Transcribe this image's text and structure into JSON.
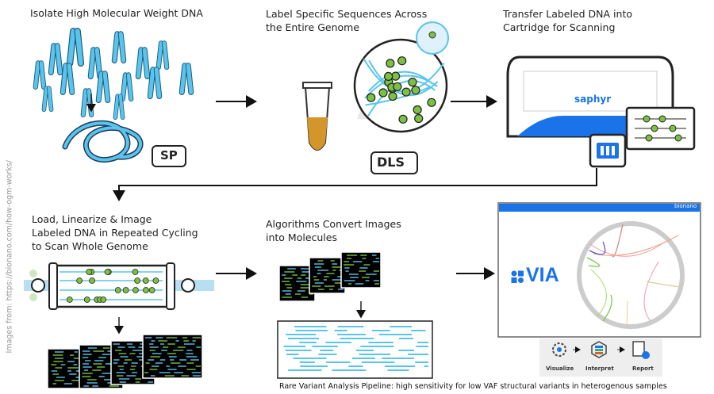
{
  "steps": [
    {
      "title_lines": [
        "Isolate High Molecular Weight DNA"
      ],
      "badge": "SP"
    },
    {
      "title_lines": [
        "Label Specific Sequences Across",
        "the Entire Genome"
      ],
      "badge": "DLS"
    },
    {
      "title_lines": [
        "Transfer Labeled DNA into",
        "Cartridge for Scanning"
      ],
      "device_label": "saphyr"
    },
    {
      "title_lines": [
        "Load, Linearize & Image",
        "Labeled DNA in Repeated Cycling",
        "to Scan Whole Genome"
      ]
    },
    {
      "title_lines": [
        "Algorithms Convert Images",
        "into Molecules"
      ]
    },
    {
      "logo": "VIA",
      "brand": "bionano",
      "workflow": [
        "Visualize",
        "Interpret",
        "Report"
      ]
    }
  ],
  "side_note": "Images from: https://bionano.com/how-ogm-works/",
  "caption": "Rare Variant Analysis Pipeline: high sensitivity for low VAF structural variants in heterogenous samples",
  "colors": {
    "chromosome": "#5bc4ec",
    "label_dot": "#7cc142",
    "brand_blue": "#1a73e8",
    "tube": "#d4952a"
  }
}
